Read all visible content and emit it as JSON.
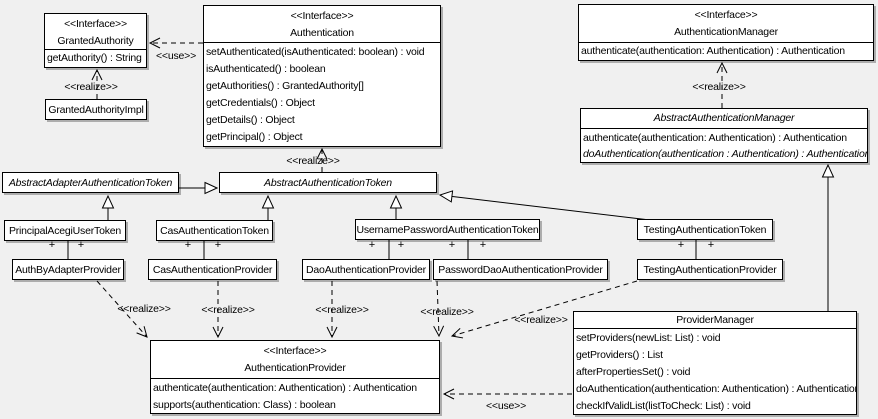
{
  "stereotype_interface": "<<Interface>>",
  "edge_labels": {
    "use": "<<use>>",
    "realize": "<<realize>>",
    "plus": "+"
  },
  "colors": {
    "background": "#f0f0f0",
    "box_fill": "#ffffff",
    "line": "#000000",
    "shadow": "#b5b5b5"
  },
  "classes": {
    "granted_authority": {
      "stereotype": "<<Interface>>",
      "name": "GrantedAuthority",
      "methods": [
        "getAuthority() : String"
      ]
    },
    "granted_authority_impl": {
      "name": "GrantedAuthorityImpl"
    },
    "authentication": {
      "stereotype": "<<Interface>>",
      "name": "Authentication",
      "methods": [
        "setAuthenticated(isAuthenticated: boolean) : void",
        "isAuthenticated() : boolean",
        "getAuthorities() : GrantedAuthority[]",
        "getCredentials() : Object",
        "getDetails() : Object",
        "getPrincipal() : Object"
      ]
    },
    "authentication_manager": {
      "stereotype": "<<Interface>>",
      "name": "AuthenticationManager",
      "methods": [
        "authenticate(authentication: Authentication) : Authentication"
      ]
    },
    "abstract_authentication_manager": {
      "name": "AbstractAuthenticationManager",
      "abstract": true,
      "methods": [
        "authenticate(authentication: Authentication) : Authentication",
        "doAuthentication(authentication : Authentication) : Authentication"
      ]
    },
    "abstract_adapter_authentication_token": {
      "name": "AbstractAdapterAuthenticationToken",
      "abstract": true
    },
    "abstract_authentication_token": {
      "name": "AbstractAuthenticationToken",
      "abstract": true
    },
    "principal_acegi_user_token": {
      "name": "PrincipalAcegiUserToken"
    },
    "cas_authentication_token": {
      "name": "CasAuthenticationToken"
    },
    "username_password_authentication_token": {
      "name": "UsernamePasswordAuthenticationToken"
    },
    "testing_authentication_token": {
      "name": "TestingAuthenticationToken"
    },
    "auth_by_adapter_provider": {
      "name": "AuthByAdapterProvider"
    },
    "cas_authentication_provider": {
      "name": "CasAuthenticationProvider"
    },
    "dao_authentication_provider": {
      "name": "DaoAuthenticationProvider"
    },
    "password_dao_authentication_provider": {
      "name": "PasswordDaoAuthenticationProvider"
    },
    "testing_authentication_provider": {
      "name": "TestingAuthenticationProvider"
    },
    "authentication_provider": {
      "stereotype": "<<Interface>>",
      "name": "AuthenticationProvider",
      "methods": [
        "authenticate(authentication: Authentication) : Authentication",
        "supports(authentication: Class) : boolean"
      ]
    },
    "provider_manager": {
      "name": "ProviderManager",
      "methods": [
        "setProviders(newList: List) : void",
        "getProviders() : List",
        "afterPropertiesSet() : void",
        "doAuthentication(authentication: Authentication) : Authentication",
        "checkIfValidList(listToCheck: List) : void"
      ]
    }
  },
  "edges": [
    {
      "from": "Authentication",
      "to": "GrantedAuthority",
      "type": "dependency",
      "label": "<<use>>"
    },
    {
      "from": "GrantedAuthorityImpl",
      "to": "GrantedAuthority",
      "type": "realize",
      "label": "<<realize>>"
    },
    {
      "from": "AbstractAuthenticationToken",
      "to": "Authentication",
      "type": "realize",
      "label": "<<realize>>"
    },
    {
      "from": "AbstractAuthenticationManager",
      "to": "AuthenticationManager",
      "type": "realize",
      "label": "<<realize>>"
    },
    {
      "from": "AbstractAdapterAuthenticationToken",
      "to": "AbstractAuthenticationToken",
      "type": "generalization"
    },
    {
      "from": "PrincipalAcegiUserToken",
      "to": "AbstractAdapterAuthenticationToken",
      "type": "generalization"
    },
    {
      "from": "CasAuthenticationToken",
      "to": "AbstractAuthenticationToken",
      "type": "generalization"
    },
    {
      "from": "UsernamePasswordAuthenticationToken",
      "to": "AbstractAuthenticationToken",
      "type": "generalization"
    },
    {
      "from": "TestingAuthenticationToken",
      "to": "AbstractAuthenticationToken",
      "type": "generalization"
    },
    {
      "from": "ProviderManager",
      "to": "AbstractAuthenticationManager",
      "type": "generalization"
    },
    {
      "from": "PrincipalAcegiUserToken",
      "to": "AuthByAdapterProvider",
      "type": "association",
      "end_labels": [
        "+",
        "+"
      ]
    },
    {
      "from": "CasAuthenticationToken",
      "to": "CasAuthenticationProvider",
      "type": "association",
      "end_labels": [
        "+",
        "+"
      ]
    },
    {
      "from": "UsernamePasswordAuthenticationToken",
      "to": "DaoAuthenticationProvider",
      "type": "association",
      "end_labels": [
        "+",
        "+"
      ]
    },
    {
      "from": "UsernamePasswordAuthenticationToken",
      "to": "PasswordDaoAuthenticationProvider",
      "type": "association",
      "end_labels": [
        "+",
        "+"
      ]
    },
    {
      "from": "TestingAuthenticationToken",
      "to": "TestingAuthenticationProvider",
      "type": "association",
      "end_labels": [
        "+",
        "+"
      ]
    },
    {
      "from": "AuthByAdapterProvider",
      "to": "AuthenticationProvider",
      "type": "realize",
      "label": "<<realize>>"
    },
    {
      "from": "CasAuthenticationProvider",
      "to": "AuthenticationProvider",
      "type": "realize",
      "label": "<<realize>>"
    },
    {
      "from": "DaoAuthenticationProvider",
      "to": "AuthenticationProvider",
      "type": "realize",
      "label": "<<realize>>"
    },
    {
      "from": "PasswordDaoAuthenticationProvider",
      "to": "AuthenticationProvider",
      "type": "realize",
      "label": "<<realize>>"
    },
    {
      "from": "TestingAuthenticationProvider",
      "to": "AuthenticationProvider",
      "type": "realize",
      "label": "<<realize>>"
    },
    {
      "from": "ProviderManager",
      "to": "AuthenticationProvider",
      "type": "dependency",
      "label": "<<use>>"
    }
  ]
}
